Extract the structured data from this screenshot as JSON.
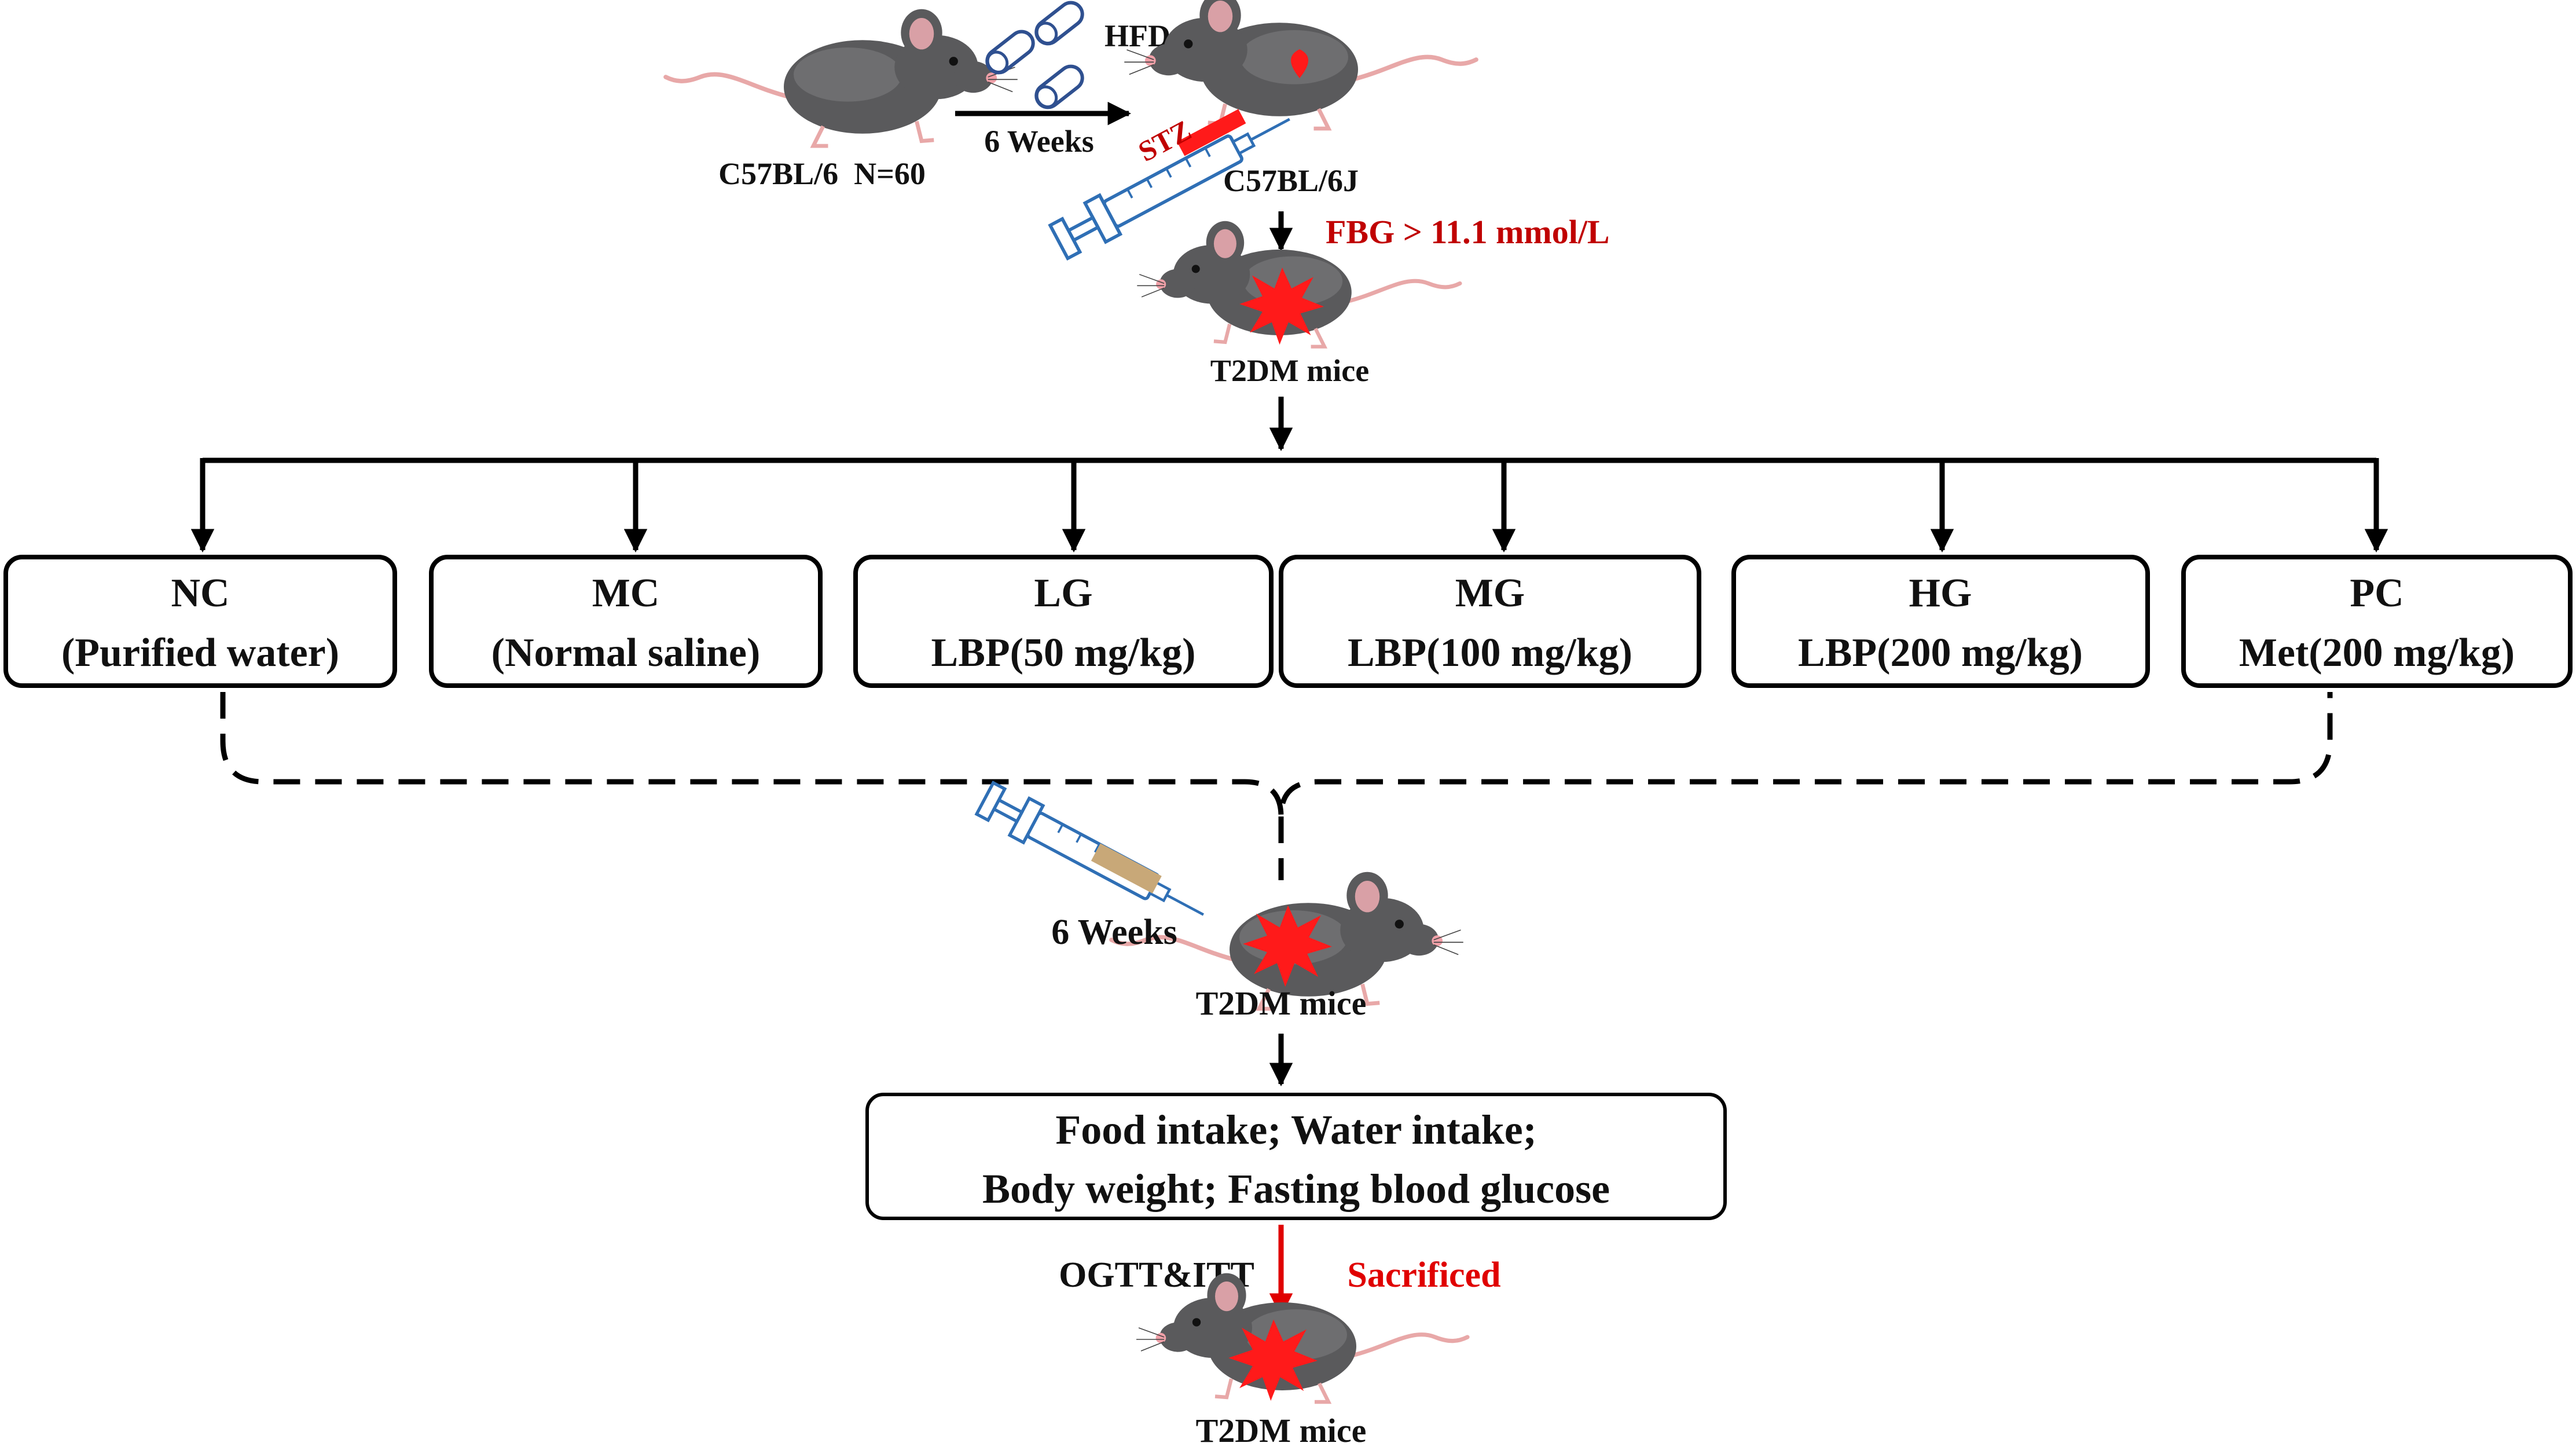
{
  "top": {
    "source_strain": "C57BL/6  N=60",
    "diet": "HFD",
    "duration": "6 Weeks",
    "injection": "STZ",
    "model_strain": "C57BL/6J",
    "criterion": "FBG > 11.1 mmol/L",
    "model_label": "T2DM mice"
  },
  "groups": [
    {
      "code": "NC",
      "treatment": "(Purified water)"
    },
    {
      "code": "MC",
      "treatment": "(Normal saline)"
    },
    {
      "code": "LG",
      "treatment": "LBP(50 mg/kg)"
    },
    {
      "code": "MG",
      "treatment": "LBP(100 mg/kg)"
    },
    {
      "code": "HG",
      "treatment": "LBP(200 mg/kg)"
    },
    {
      "code": "PC",
      "treatment": "Met(200 mg/kg)"
    }
  ],
  "treatment_phase": {
    "duration": "6 Weeks",
    "mice_label": "T2DM mice"
  },
  "measurements": {
    "line1": "Food intake; Water intake;",
    "line2": "Body weight; Fasting blood glucose"
  },
  "endpoint": {
    "tests": "OGTT&ITT",
    "action": "Sacrificed",
    "mice_label": "T2DM mice"
  },
  "colors": {
    "mouse_body": "#5a5a5c",
    "tail": "#e8a8a8",
    "lesion": "#ff1a1a",
    "syringe": "#2f6fb5",
    "criterion_text": "#c00000",
    "sacrificed_text": "#e00000"
  }
}
